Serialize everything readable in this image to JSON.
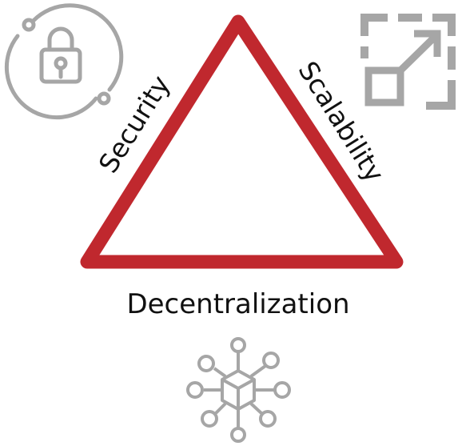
{
  "triangle": {
    "stroke_color": "#c0282e"
  },
  "vertices": {
    "top_label": "Security",
    "right_label": "Scalability",
    "bottom_label": "Decentralization"
  },
  "icons": {
    "color": "#a6a6a6",
    "security": "lock-icon",
    "scalability": "expand-icon",
    "decentralization": "network-node-icon"
  }
}
